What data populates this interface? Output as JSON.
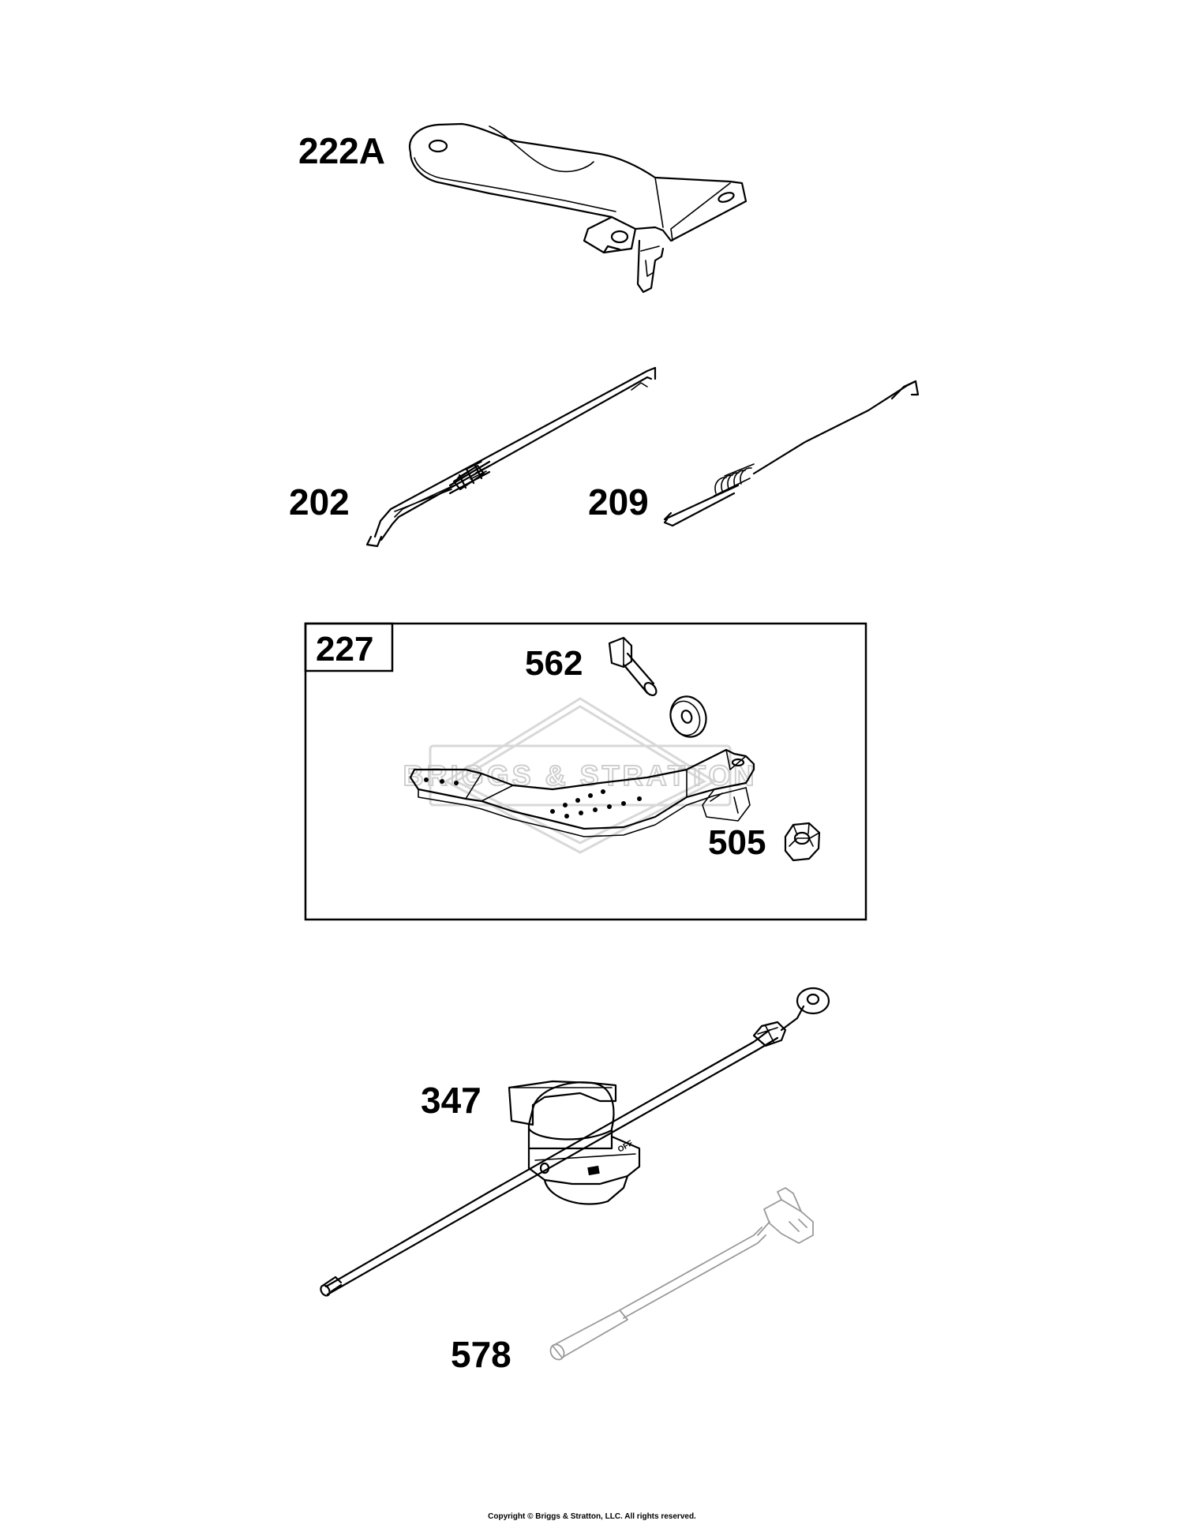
{
  "parts": [
    {
      "id": "222A",
      "label": "222A"
    },
    {
      "id": "202",
      "label": "202"
    },
    {
      "id": "209",
      "label": "209"
    },
    {
      "id": "227",
      "label": "227"
    },
    {
      "id": "562",
      "label": "562"
    },
    {
      "id": "505",
      "label": "505"
    },
    {
      "id": "347",
      "label": "347"
    },
    {
      "id": "578",
      "label": "578"
    }
  ],
  "watermark": "BRIGGS & STRATTON",
  "copyright": "Copyright © Briggs & Stratton, LLC. All rights reserved."
}
